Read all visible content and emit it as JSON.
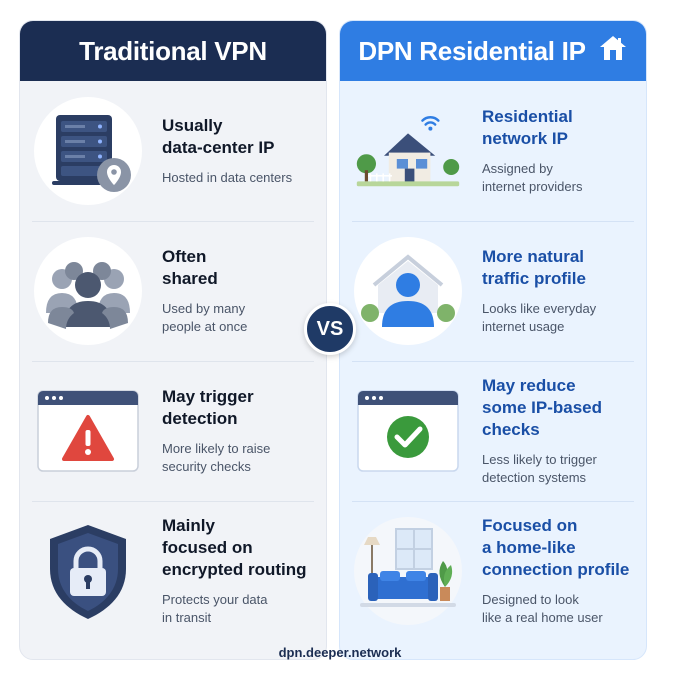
{
  "left": {
    "header": "Traditional VPN",
    "rows": [
      {
        "title": "Usually\ndata-center IP",
        "desc": "Hosted in data centers",
        "icon": "server-location-icon"
      },
      {
        "title": "Often\nshared",
        "desc": "Used by many\npeople at once",
        "icon": "group-users-icon"
      },
      {
        "title": "May trigger\ndetection",
        "desc": "More likely to raise\nsecurity checks",
        "icon": "browser-warning-icon"
      },
      {
        "title": "Mainly\nfocused on\nencrypted routing",
        "desc": "Protects your data\nin transit",
        "icon": "shield-lock-icon"
      }
    ]
  },
  "right": {
    "header": "DPN Residential IP",
    "header_icon": "home-icon",
    "rows": [
      {
        "title": "Residential\nnetwork IP",
        "desc": "Assigned by\ninternet providers",
        "icon": "house-wifi-icon"
      },
      {
        "title": "More natural\ntraffic profile",
        "desc": "Looks like everyday\ninternet usage",
        "icon": "person-home-icon"
      },
      {
        "title": "May reduce\nsome IP-based\nchecks",
        "desc": "Less likely to trigger\ndetection systems",
        "icon": "browser-check-icon"
      },
      {
        "title": "Focused on\na home-like\nconnection profile",
        "desc": "Designed to look\nlike a real home user",
        "icon": "living-room-icon"
      }
    ]
  },
  "vs_label": "VS",
  "footer": "dpn.deeper.network",
  "colors": {
    "left_header": "#1b2d52",
    "right_header": "#2f7de3",
    "warning_red": "#e0473e",
    "check_green": "#3a9a3c"
  }
}
